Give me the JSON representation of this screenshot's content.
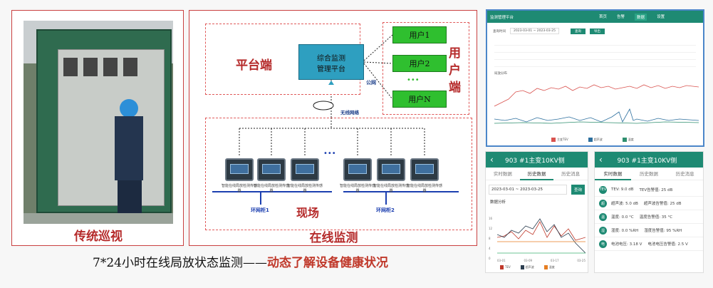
{
  "left_panel": {
    "caption": "传统巡视"
  },
  "middle_panel": {
    "caption": "在线监测",
    "platform_label": "平台端",
    "platform_box": "综合监测\n管理平台",
    "users_label": "用\n户\n端",
    "users": [
      "用户1",
      "用户2",
      "用户N"
    ],
    "ellipsis": "•••",
    "public_net": "公网",
    "wireless": "无线网络",
    "site_label": "现场",
    "ring1": "环网柜1",
    "ring2": "环网柜2",
    "device_caption": "智能在线局放检测传感器"
  },
  "bottom_text": {
    "main": "7*24小时在线局放状态监测——",
    "highlight": "动态了解设备健康状况"
  },
  "platform_screen": {
    "title": "监测管理平台",
    "nav": [
      "首页",
      "告警",
      "数据",
      "设置"
    ],
    "query_label": "查询时间",
    "date_range": "2023-03-01 ~ 2023-03-25",
    "btn_query": "查询",
    "btn_export": "导出",
    "chart_label": "局放分布",
    "legend": [
      "主变TEV",
      "超声波",
      "温度"
    ]
  },
  "phone1": {
    "title": "903 #1主变10KV侧",
    "tabs": [
      "实时数据",
      "历史数据",
      "历史消息"
    ],
    "active_tab": 1,
    "date_range": "2023-03-01 ~ 2023-03-25",
    "query": "查询",
    "section": "数据分析",
    "y_ticks": [
      "16",
      "12",
      "8",
      "4",
      "0"
    ],
    "x_ticks": [
      "03-01",
      "03-09",
      "03-17",
      "03-25"
    ],
    "legend": [
      "TEV",
      "超声波",
      "温度"
    ],
    "colors": {
      "tev": "#c0392b",
      "ultra": "#2c3e50",
      "temp": "#e67e22",
      "base": "#3cb371"
    }
  },
  "phone2": {
    "title": "903 #1主变10KV侧",
    "tabs": [
      "实时数据",
      "历史数据",
      "历史消息"
    ],
    "active_tab": 0,
    "rows": [
      {
        "icon": "TEV",
        "a": "TEV: 9.0 dB",
        "b": "TEV告警值: 25 dB"
      },
      {
        "icon": "超",
        "a": "超声波: 5.0 dB",
        "b": "超声波告警值: 25 dB"
      },
      {
        "icon": "温",
        "a": "温度: 0.0 °C",
        "b": "温度告警值: 35 °C"
      },
      {
        "icon": "湿",
        "a": "湿度: 0.0 %RH",
        "b": "湿度告警值: 95 %RH"
      },
      {
        "icon": "电",
        "a": "电池电压: 3.18 V",
        "b": "电池电压告警值: 2.5 V"
      }
    ]
  }
}
